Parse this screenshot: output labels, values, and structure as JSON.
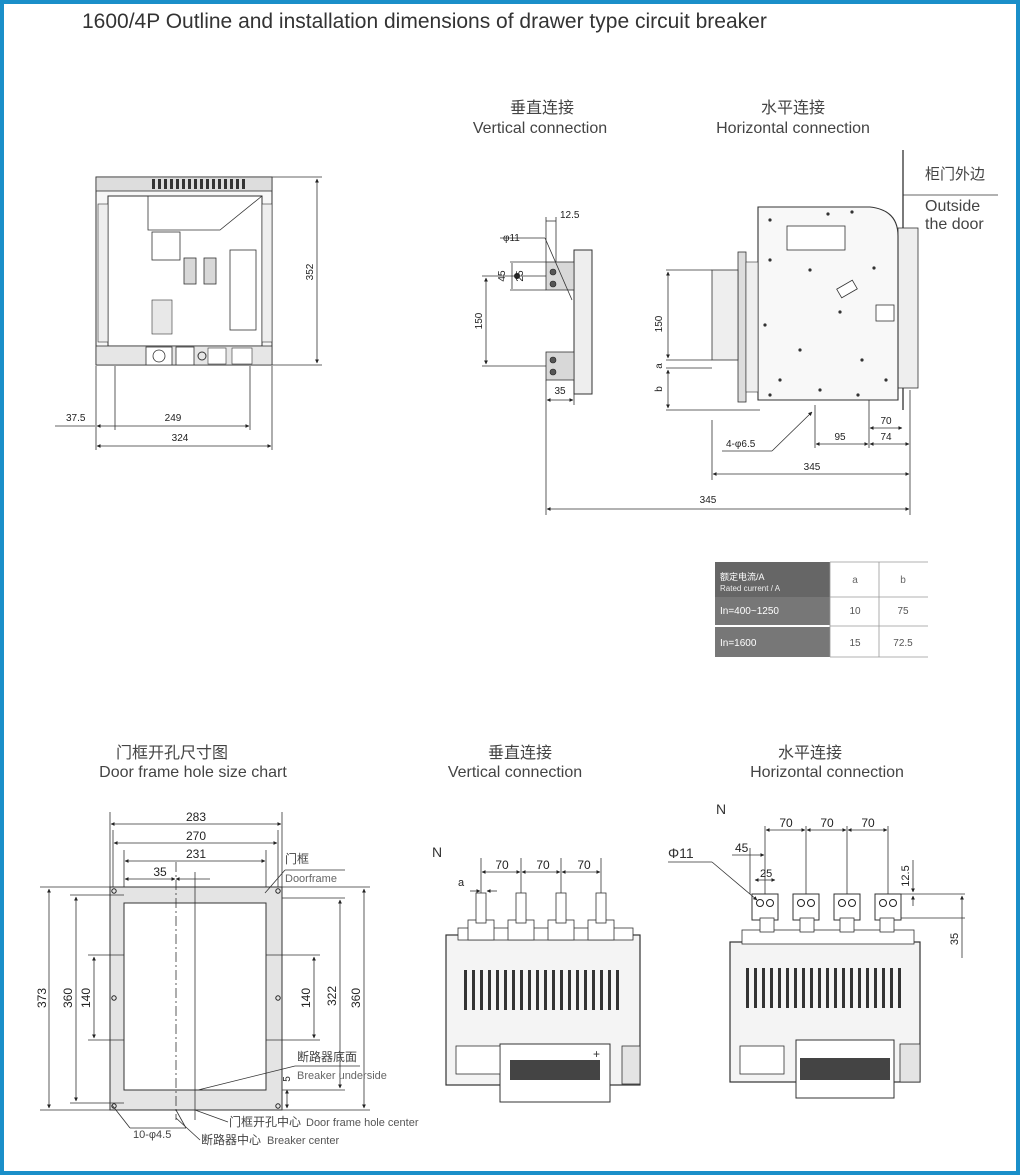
{
  "title": "1600/4P Outline and installation dimensions of drawer type circuit breaker",
  "top_sections": {
    "vertical_cn": "垂直连接",
    "vertical_en": "Vertical connection",
    "horizontal_cn": "水平连接",
    "horizontal_en": "Horizontal connection",
    "door_cn": "柜门外边",
    "door_en_1": "Outside",
    "door_en_2": "the door"
  },
  "front_view_dims": {
    "height": "352",
    "offset": "37.5",
    "width_inner": "249",
    "width_outer": "324"
  },
  "vertical_side_dims": {
    "d12_5": "12.5",
    "phi11": "φ11",
    "d45": "45",
    "d25": "25",
    "d150": "150",
    "d35": "35",
    "d345": "345"
  },
  "horizontal_side_dims": {
    "d150": "150",
    "a": "a",
    "b": "b",
    "d70": "70",
    "d95": "95",
    "d74": "74",
    "holes": "4-φ6.5",
    "d345": "345"
  },
  "rating_table": {
    "headers": [
      "额定电流/A",
      "Rated current / A",
      "a",
      "b"
    ],
    "rows": [
      [
        "In=400~1250",
        "10",
        "75"
      ],
      [
        "In=1600",
        "15",
        "72.5"
      ]
    ]
  },
  "bottom_sections": {
    "door_cn": "门框开孔尺寸图",
    "door_en": "Door frame hole size chart",
    "vertical_cn": "垂直连接",
    "vertical_en": "Vertical connection",
    "horizontal_cn": "水平连接",
    "horizontal_en": "Horizontal connection"
  },
  "door_frame_dims": {
    "d283": "283",
    "d270": "270",
    "d231": "231",
    "d35": "35",
    "doorframe_cn": "门框",
    "doorframe_en": "Doorframe",
    "d373": "373",
    "d360": "360",
    "d140": "140",
    "d322": "322",
    "d360r": "360",
    "underside_cn": "断路器底面",
    "underside_en": "Breaker underside",
    "d5": "5",
    "holes": "10-φ4.5",
    "hole_center_cn": "门框开孔中心",
    "hole_center_en": "Door frame hole center",
    "breaker_center_cn": "断路器中心",
    "breaker_center_en": "Breaker center"
  },
  "bottom_vertical_dims": {
    "n": "N",
    "d70a": "70",
    "d70b": "70",
    "d70c": "70",
    "a": "a",
    "plus": "+"
  },
  "bottom_horizontal_dims": {
    "n": "N",
    "d70a": "70",
    "d70b": "70",
    "d70c": "70",
    "phi11": "Φ11",
    "d45": "45",
    "d25": "25",
    "d12_5": "12.5",
    "d35": "35"
  },
  "colors": {
    "border": "#1a8fc9",
    "table_header": "#666666",
    "table_row": "#777777"
  }
}
